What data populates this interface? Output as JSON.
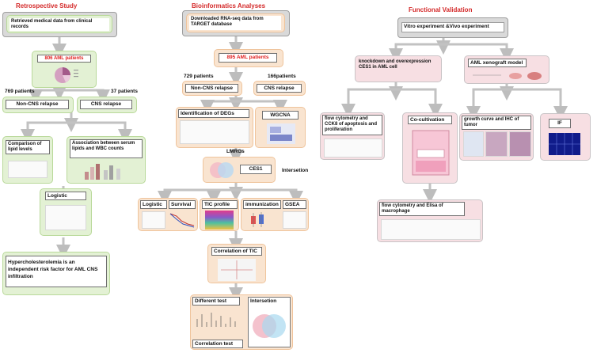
{
  "headers": {
    "retrospective": "Retrospective Study",
    "bioinformatics": "Bioinformatics Analyses",
    "functional": "Functional Validation"
  },
  "retrospective": {
    "retrieved": "Retrieved medical data from clinical records",
    "patients_total": "806 AML patients",
    "left_count": "769 patients",
    "right_count": "37 patients",
    "non_cns": "Non-CNS relapse",
    "cns": "CNS relapse",
    "comparison": "Comparison of lipid levels",
    "association": "Association between serum lipids and WBC counts",
    "logistic": "Logistic",
    "conclusion": "Hypercholesterolemia is an independent risk factor for AML CNS infiltration"
  },
  "bioinformatics": {
    "downloaded": "Downloaded RNA-seq data from TARGET database",
    "patients_total": "895 AML patients",
    "left_count": "729 patients",
    "right_count": "166patients",
    "non_cns": "Non-CNS relapse",
    "cns": "CNS relapse",
    "degs": "Identification of DEGs",
    "wgcna": "WGCNA",
    "lmrgs": "LMRGs",
    "ces1": "CES1",
    "intersection": "Intersetion",
    "logistic": "Logistic",
    "survival": "Survival",
    "tic_profile": "TIC profile",
    "immunization": "immunization",
    "gsea": "GSEA",
    "correlation_tic": "Correlation of TIC",
    "different_test": "Different test",
    "intersetion2": "Intersetion",
    "correlation_test": "Correlation  test"
  },
  "functional": {
    "vitro": "Vitro experiment &Vivo experiment",
    "knockdown": "knockdown and overexpression CES1 in AML cell",
    "xenograft": "AML xenograft model",
    "flow_cck8": "flow cytometry and CCK8 of apoptosis and proliferation",
    "cocultivation": "Co-cultivation",
    "growth_ihc": "growth curve and IHC of  tumor",
    "if_label": "IF",
    "flow_elisa": "flow cytometry and Elisa  of macrophage"
  },
  "colors": {
    "header_red": "#d42a2a",
    "green_fill": "#e3f1d4",
    "orange_fill": "#f9e4d0",
    "pink_fill": "#f7dfe3",
    "arrow_gray": "#bdbdbd"
  }
}
